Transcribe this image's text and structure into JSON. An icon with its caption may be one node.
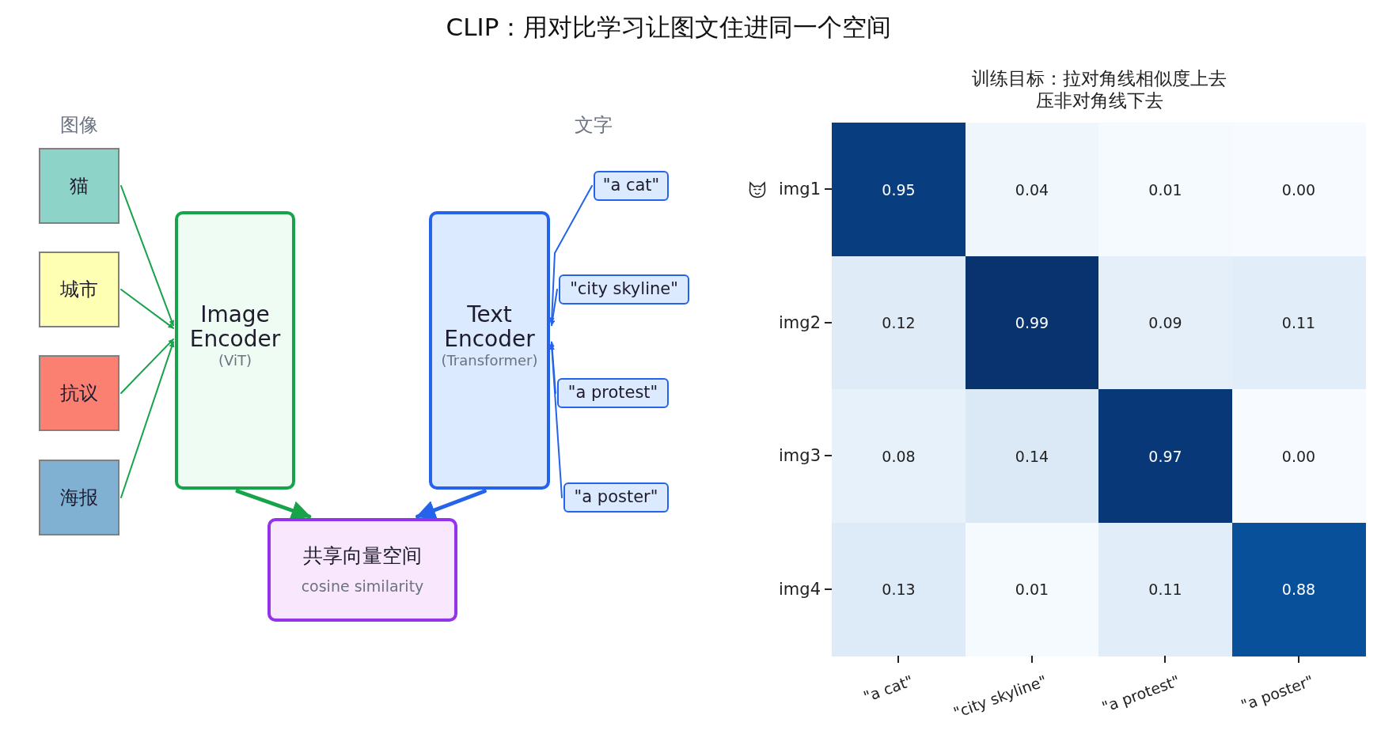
{
  "diagram": {
    "title": "CLIP：用对比学习让图文住进同一个空间",
    "nodes": [
      {
        "text": [
          "猫"
        ]
      },
      {
        "text": [
          "城市"
        ]
      },
      {
        "text": [
          "抗议"
        ]
      },
      {
        "text": [
          "海报"
        ]
      },
      {
        "text": [
          "Image Encoder",
          "(ViT)"
        ]
      },
      {
        "text": [
          "Text Encoder",
          "(Transformer)"
        ]
      },
      {
        "text": [
          "\"a cat\""
        ]
      },
      {
        "text": [
          "\"city skyline\""
        ]
      },
      {
        "text": [
          "\"a protest\""
        ]
      },
      {
        "text": [
          "\"a poster\""
        ]
      },
      {
        "text": [
          "共享向量空间",
          "cosine similarity"
        ]
      }
    ],
    "edges": [
      {
        "from": 0,
        "to": 4,
        "arrow": "to",
        "color": "#16a34a"
      },
      {
        "from": 1,
        "to": 4,
        "arrow": "to",
        "color": "#16a34a"
      },
      {
        "from": 2,
        "to": 4,
        "arrow": "to",
        "color": "#16a34a"
      },
      {
        "from": 3,
        "to": 4,
        "arrow": "to",
        "color": "#16a34a"
      },
      {
        "from": 6,
        "to": 5,
        "arrow": "to",
        "color": "#2563eb"
      },
      {
        "from": 7,
        "to": 5,
        "arrow": "to",
        "color": "#2563eb"
      },
      {
        "from": 8,
        "to": 5,
        "arrow": "to",
        "color": "#2563eb"
      },
      {
        "from": 9,
        "to": 5,
        "arrow": "to",
        "color": "#2563eb"
      },
      {
        "from": 4,
        "to": 10,
        "arrow": "to",
        "style": "thick",
        "color": "#16a34a"
      },
      {
        "from": 5,
        "to": 10,
        "arrow": "to",
        "style": "thick",
        "color": "#2563eb"
      }
    ],
    "labels": [
      "图像",
      "文字",
      "训练目标：拉对角线相似度上去压非对角线下去",
      "img1",
      "0.95",
      "0.04",
      "0.01",
      "0.00",
      "img2",
      "0.12",
      "0.99",
      "0.09",
      "0.11",
      "img3",
      "0.08",
      "0.14",
      "0.97",
      "0.00",
      "img4",
      "0.13",
      "0.01",
      "0.11",
      "0.88",
      "\"a cat\"",
      "\"city skyline\"",
      "\"a protest\"",
      "\"a poster\""
    ]
  }
}
